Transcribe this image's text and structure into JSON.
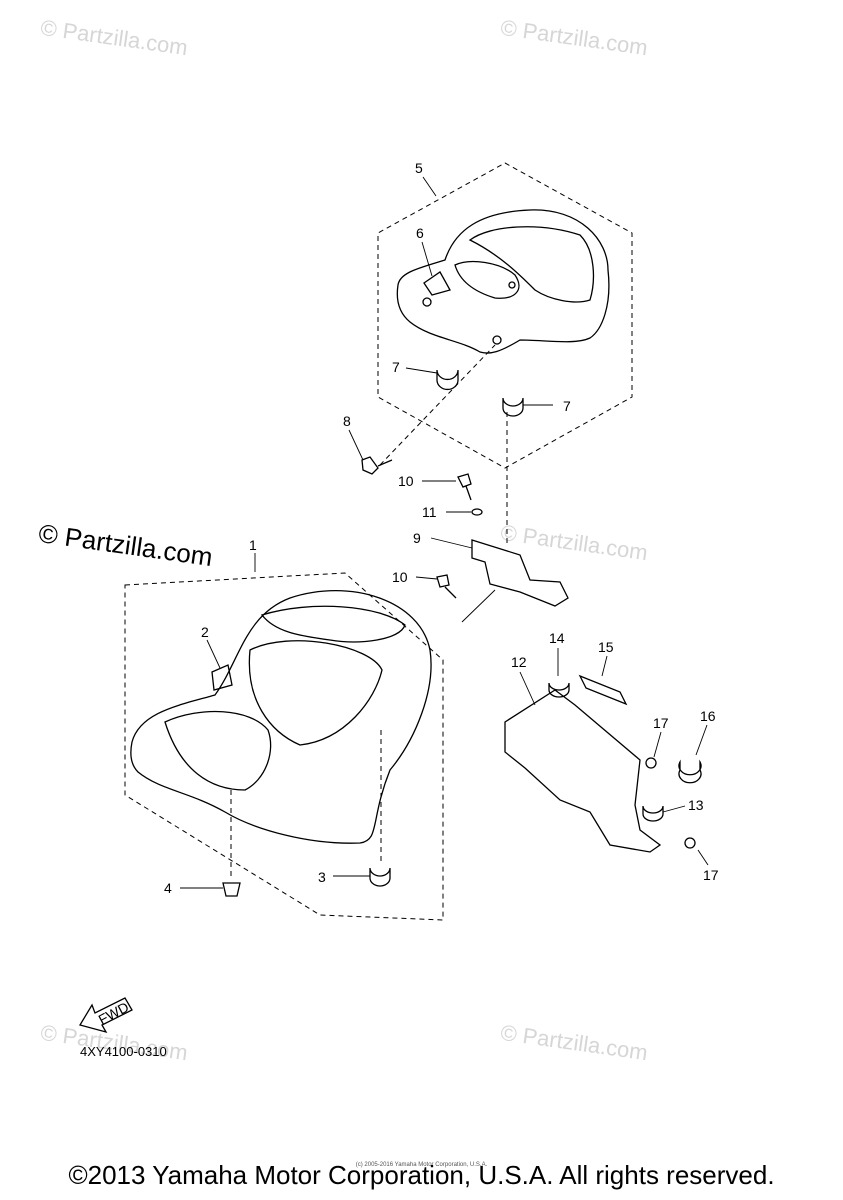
{
  "watermarks": {
    "small": "© Partzilla.com",
    "large": "© Partzilla.com"
  },
  "callouts": {
    "c1": "1",
    "c2": "2",
    "c3": "3",
    "c4": "4",
    "c5": "5",
    "c6": "6",
    "c7a": "7",
    "c7b": "7",
    "c8": "8",
    "c9": "9",
    "c10a": "10",
    "c10b": "10",
    "c11": "11",
    "c12": "12",
    "c13": "13",
    "c14": "14",
    "c15": "15",
    "c16": "16",
    "c17a": "17",
    "c17b": "17"
  },
  "fwd_label": "FWD",
  "diagram_code": "4XY4100-0310",
  "fine_print": "(c) 2005-2016 Yamaha Motor Corporation, U.S.A.",
  "copyright": "©2013 Yamaha Motor Corporation, U.S.A. All rights reserved."
}
